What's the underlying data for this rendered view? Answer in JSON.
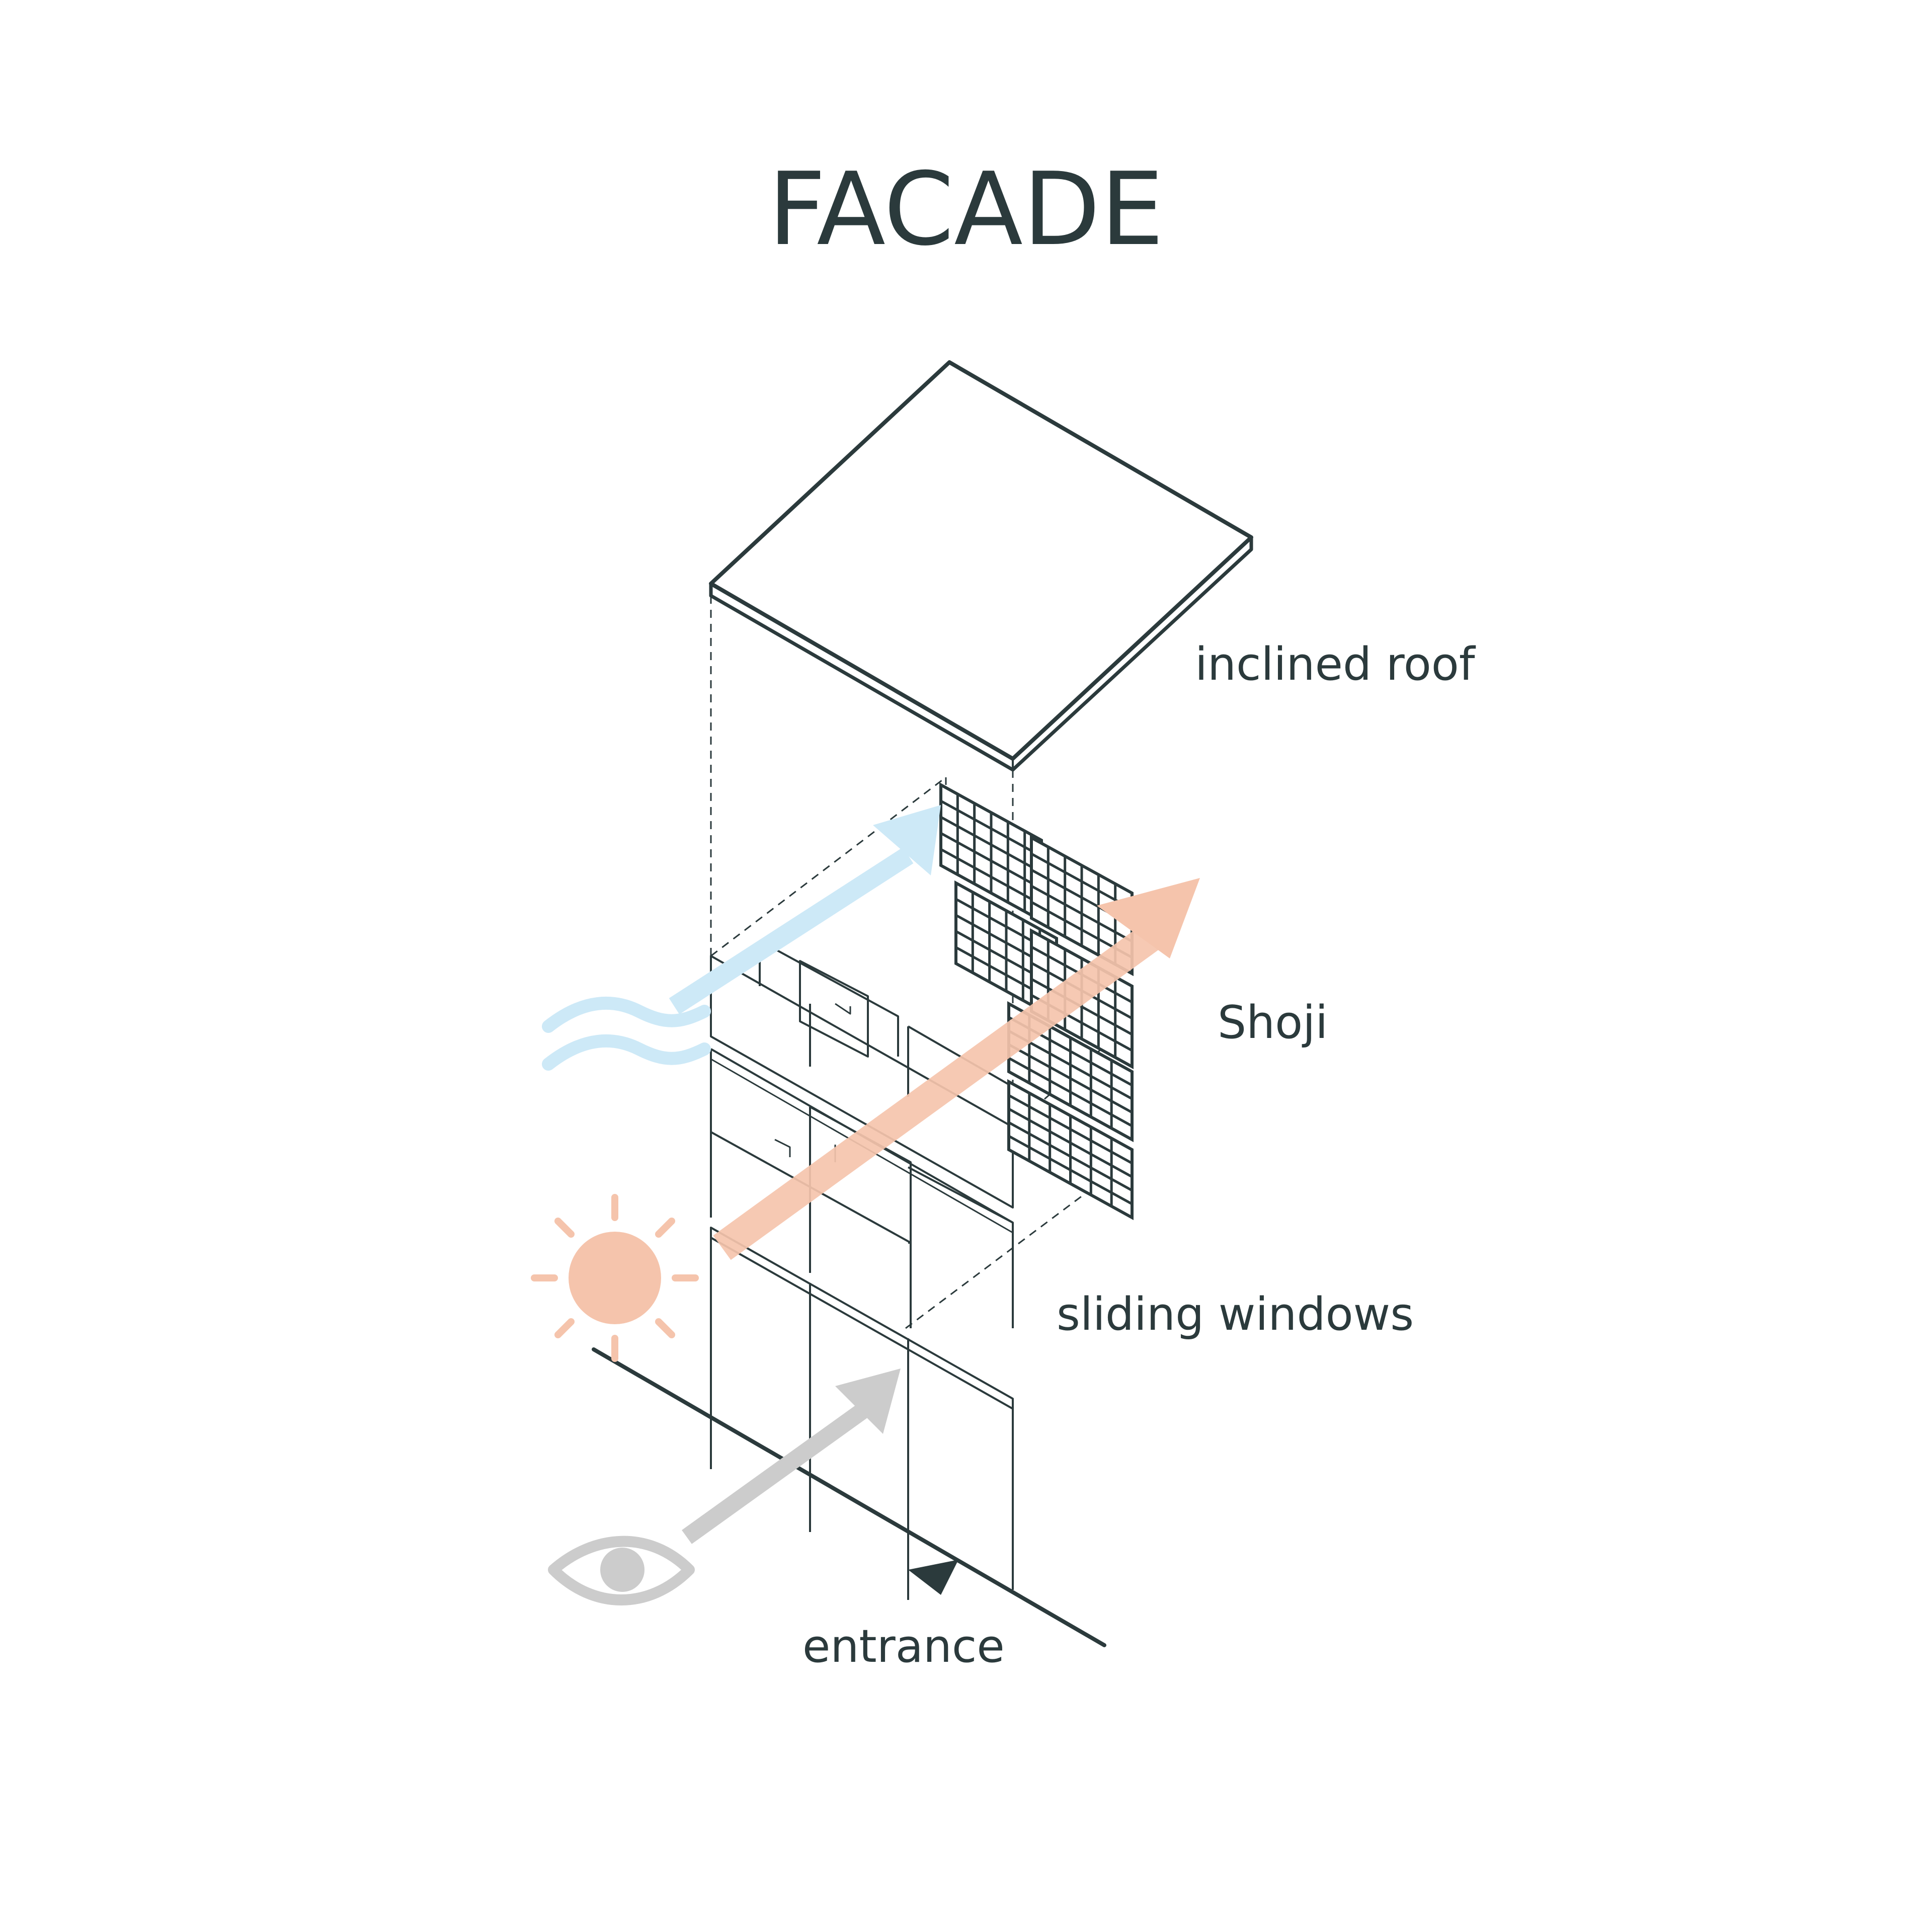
{
  "title": "FACADE",
  "labels": {
    "roof": "inclined roof",
    "shoji": "Shoji",
    "sliding_windows": "sliding windows",
    "entrance": "entrance"
  },
  "colors": {
    "line": "#2b3a3c",
    "wind": "#cde9f7",
    "sun": "#f5c4ac",
    "view": "#cccccc"
  },
  "icons": {
    "wind": "wind-icon",
    "sun": "sun-icon",
    "eye": "eye-icon",
    "entrance_marker": "entrance-triangle-icon"
  }
}
